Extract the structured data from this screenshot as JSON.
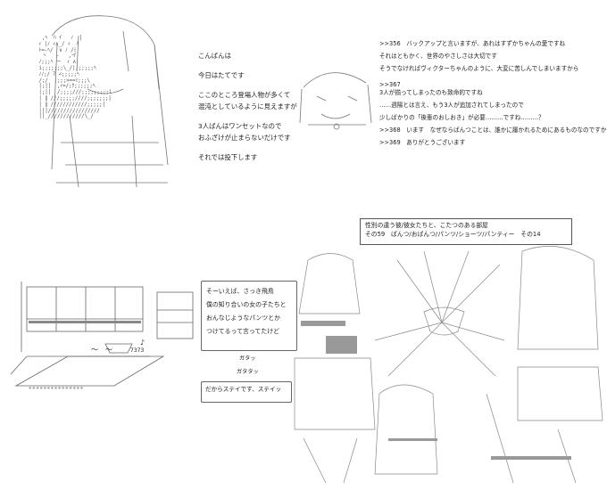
{
  "greeting": {
    "lines": [
      "こんばんは",
      "今日はたてです",
      "ここのところ登場人物が多くて",
      "混沌としているように見えますが",
      "3人ばんはワンセットなので",
      "おふざけが止まらないだけです",
      "それでは投下します"
    ]
  },
  "replies": {
    "lines": [
      ">>356　バックアップと言いますが、あれはすずかちゃんの愛ですね",
      "それはともかく、世界のやさしさは大切です",
      "そうでなければヴィクターちゃんのように、大変に苦しんでしまいますから",
      ">>367",
      "3人が揃ってしまったのも致命的ですね",
      "……週陽とは言え、もう3人が追加されてしまったので",
      "少しばかりの「後輩のおしおき」が必要………ですね………？",
      ">>368　います　なぜならばんつことは、誰かに履かれるためにあるものなのですから",
      ">>369　ありがとうございます"
    ]
  },
  "title_box": {
    "line1": "性別の違う彼/彼女たちと、こたつのある部屋",
    "line2": "その59　ぱんつ/おぱんつ/パンツ/ショーツ/パンティー　その14"
  },
  "dialogue": {
    "lines": [
      "そーいえば、さっき飛鳥",
      "僕の知り合いの女の子たちと",
      "おんなじようなパンツとか",
      "つけてるって言ってたけど"
    ]
  },
  "sfx": {
    "gata1": "ガタッ",
    "gata2": "ガタタッ",
    "hum": "〜　〜",
    "note": "♪",
    "bottle": "7373"
  },
  "response": {
    "text": "だからステイです、ステイッ"
  }
}
